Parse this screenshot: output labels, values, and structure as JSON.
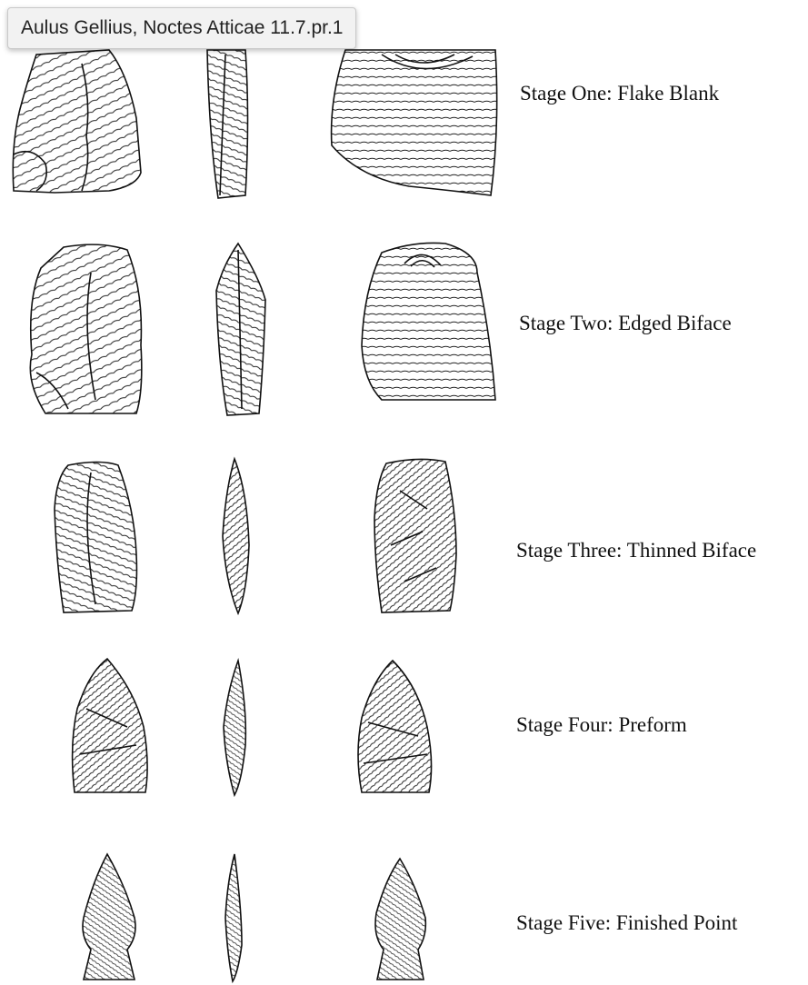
{
  "tooltip": {
    "text": "Aulus Gellius, Noctes Atticae 11.7.pr.1"
  },
  "stages": [
    {
      "label": "Stage One:  Flake Blank"
    },
    {
      "label": "Stage Two:  Edged Biface"
    },
    {
      "label": "Stage Three:  Thinned Biface"
    },
    {
      "label": "Stage Four:  Preform"
    },
    {
      "label": "Stage Five:  Finished Point"
    }
  ]
}
